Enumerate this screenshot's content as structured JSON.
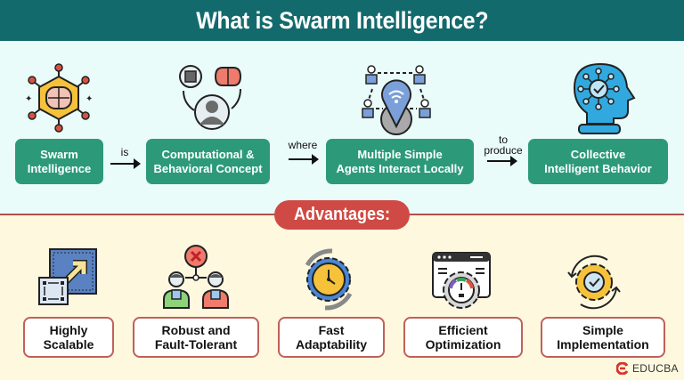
{
  "header": {
    "title": "What is Swarm Intelligence?"
  },
  "flow": {
    "boxes": [
      {
        "line1": "Swarm",
        "line2": "Intelligence",
        "icon": "hexagon-brain-network-icon"
      },
      {
        "line1": "Computational &",
        "line2": "Behavioral Concept",
        "icon": "chip-brain-person-icon"
      },
      {
        "line1": "Multiple Simple",
        "line2": "Agents Interact Locally",
        "icon": "agents-location-pin-icon"
      },
      {
        "line1": "Collective",
        "line2": "Intelligent Behavior",
        "icon": "head-network-check-icon"
      }
    ],
    "connectors": [
      {
        "label": "is"
      },
      {
        "label": "where"
      },
      {
        "label_line1": "to",
        "label_line2": "produce"
      }
    ]
  },
  "advantages": {
    "title": "Advantages:",
    "items": [
      {
        "line1": "Highly",
        "line2": "Scalable",
        "icon": "scale-up-arrow-icon"
      },
      {
        "line1": "Robust and",
        "line2": "Fault-Tolerant",
        "icon": "people-fault-icon"
      },
      {
        "line1": "Fast",
        "line2": "Adaptability",
        "icon": "gear-clock-cycle-icon"
      },
      {
        "line1": "Efficient",
        "line2": "Optimization",
        "icon": "browser-gauge-gear-icon"
      },
      {
        "line1": "Simple",
        "line2": "Implementation",
        "icon": "gear-check-cycle-icon"
      }
    ]
  },
  "brand": {
    "name": "EDUCBA"
  },
  "colors": {
    "header": "#136a6c",
    "flow_box": "#2c9a78",
    "top_bg": "#eafcfa",
    "bottom_bg": "#fef8df",
    "accent_red": "#cf4a45",
    "adv_border": "#c0605a"
  }
}
